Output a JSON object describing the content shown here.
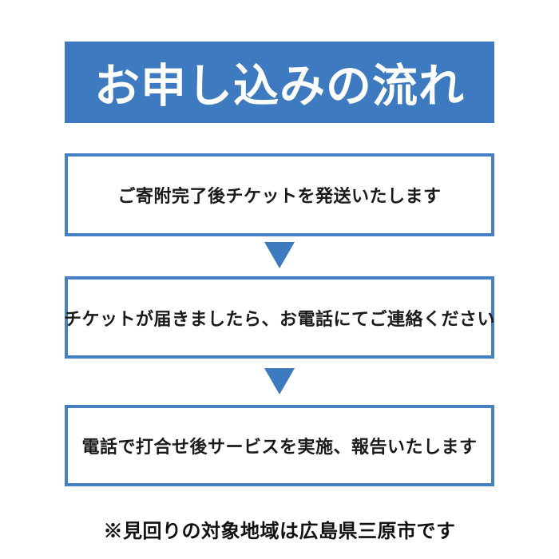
{
  "colors": {
    "accent_blue": "#3D7AC0",
    "box_border_blue": "#4480C3",
    "title_text": "#FFFFFF",
    "body_text": "#1A1A1A",
    "background": "#FFFFFF"
  },
  "header": {
    "title": "お申し込みの流れ"
  },
  "steps": [
    {
      "text": "ご寄附完了後チケットを発送いたします"
    },
    {
      "text": "チケットが届きましたら、お電話にてご連絡ください"
    },
    {
      "text": "電話で打合せ後サービスを実施、報告いたします"
    }
  ],
  "arrows": [
    {
      "icon": "down-arrow-icon"
    },
    {
      "icon": "down-arrow-icon"
    }
  ],
  "note": {
    "text": "※見回りの対象地域は広島県三原市です"
  }
}
